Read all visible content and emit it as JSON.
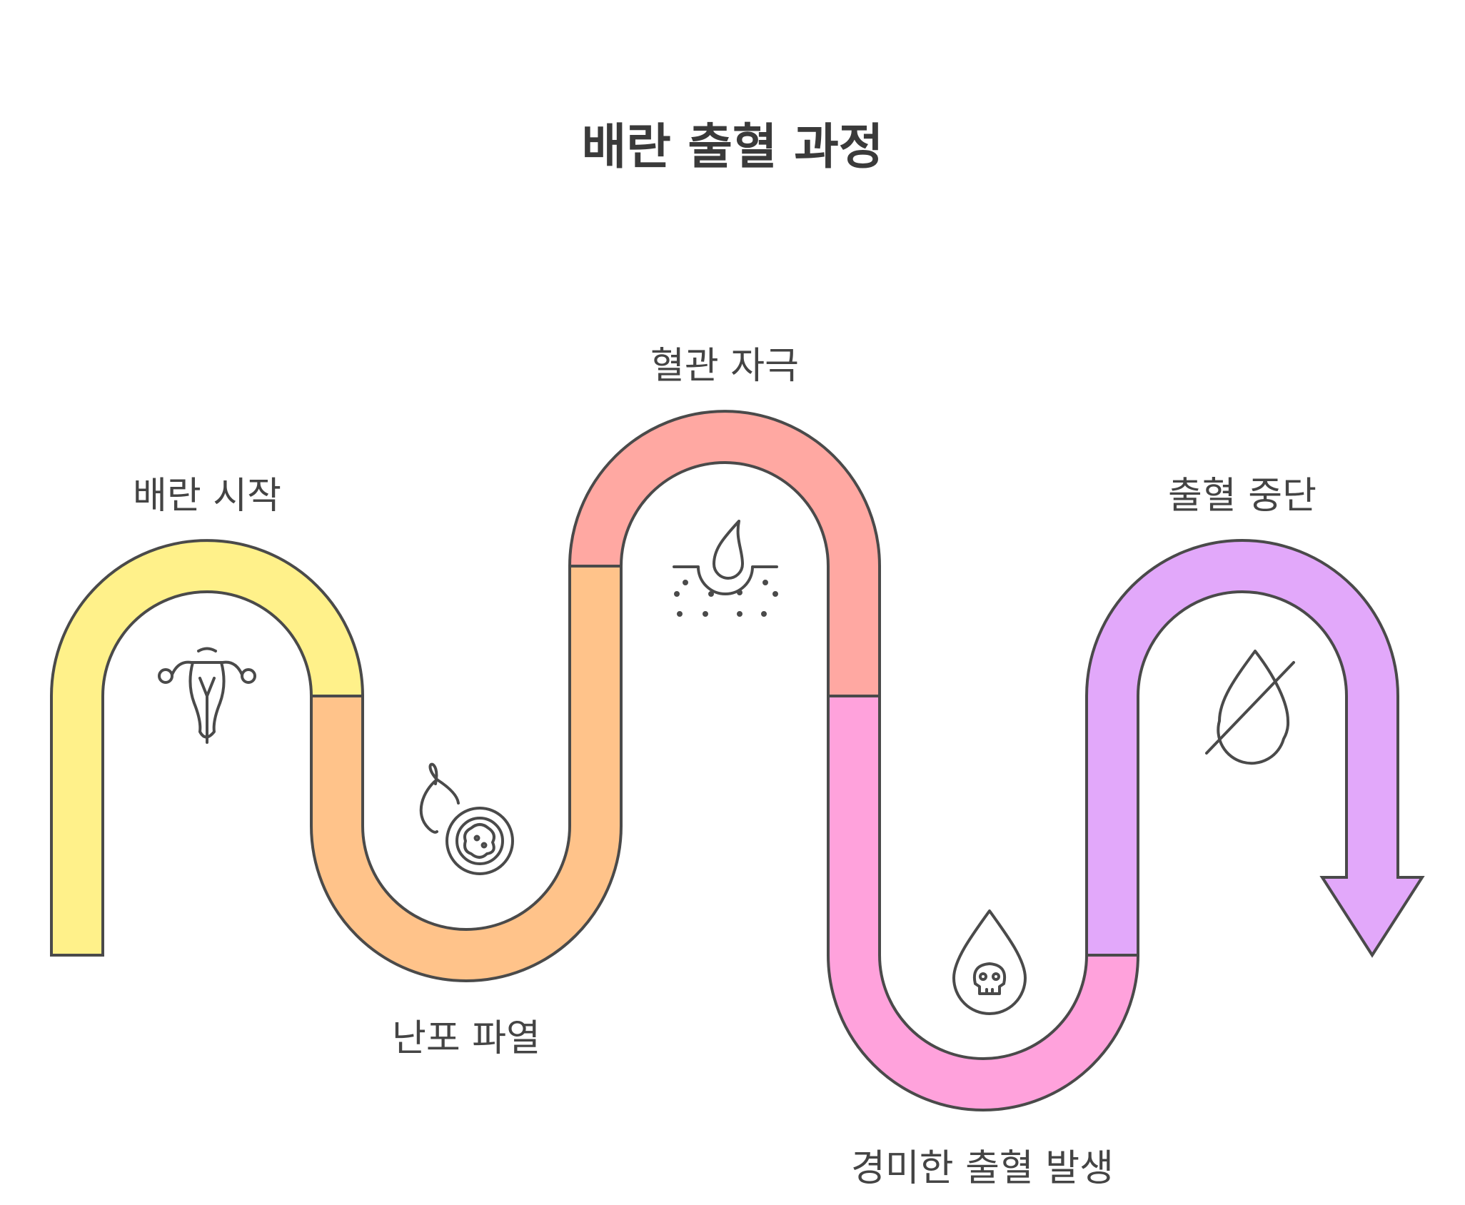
{
  "title": "배란 출혈 과정",
  "steps": [
    {
      "label": "배란 시작",
      "color": "#FFF18A",
      "icon": "uterus-icon"
    },
    {
      "label": "난포 파열",
      "color": "#FFC38A",
      "icon": "ruptured-follicle-icon"
    },
    {
      "label": "혈관 자극",
      "color": "#FFA8A2",
      "icon": "skin-blood-drop-icon"
    },
    {
      "label": "경미한 출혈 발생",
      "color": "#FFA2DC",
      "icon": "drop-skull-icon"
    },
    {
      "label": "출혈 중단",
      "color": "#E2A8FA",
      "icon": "drop-slash-icon"
    }
  ]
}
